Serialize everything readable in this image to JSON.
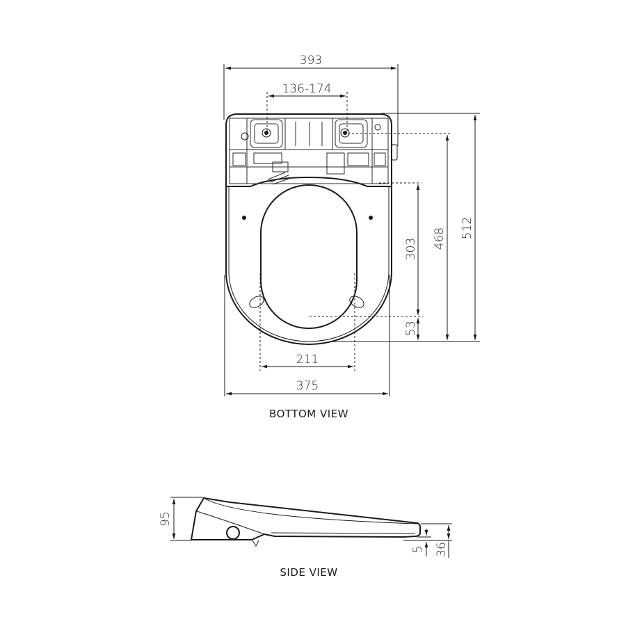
{
  "bottom_view": {
    "label": "BOTTOM VIEW",
    "dimensions": {
      "overall_width_top": "393",
      "hinge_spacing": "136-174",
      "overall_length": "512",
      "hinge_to_front": "468",
      "opening_length": "303",
      "front_rim": "53",
      "opening_width": "211",
      "overall_width_bottom": "375"
    }
  },
  "side_view": {
    "label": "SIDE VIEW",
    "dimensions": {
      "overall_height": "95",
      "front_height": "36",
      "bumper_gap": "5"
    }
  },
  "colors": {
    "line": "#1a1a1a",
    "background": "#ffffff"
  }
}
